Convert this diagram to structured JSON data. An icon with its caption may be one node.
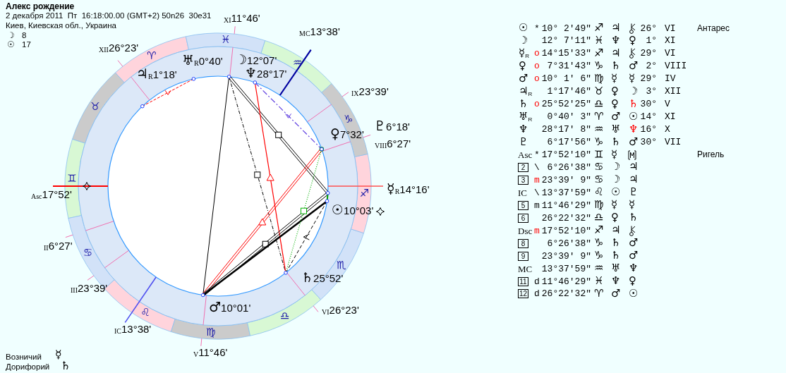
{
  "diagram": {
    "title": "Алекс рождение",
    "labels": [
      "2 декабря 2011  Пт  16:18:00.00 (GMT+2) 50n26  30e31",
      "Киев, Киевская обл., Украина",
      "☽",
      "8",
      "☉",
      "17",
      "$_{XI}$11°46'",
      "$_{MC}$13°38'",
      "$_{XII}$26°23'",
      "♅$_{R}$0°40'",
      "☽12°07'",
      "♃$_{R}$1°18'",
      "♆28°17'",
      "$_{IX}$23°39'",
      "♇6°18'",
      "♀7°32'",
      "$_{VIII}$6°27'",
      "☿$_{R}$14°16'",
      "$_{Asc}$17°52'",
      "☉10°03'",
      "$_{II}$6°27'",
      "♄25°52'",
      "$_{III}$23°39'",
      "♂10°01'",
      "$_{VI}$26°23'",
      "$_{IC}$13°38'",
      "$_{V}$11°46'",
      "♈",
      "♉",
      "♊",
      "♋",
      "♌",
      "♍",
      "♎",
      "♏",
      "♐",
      "♑",
      "♒",
      "♓",
      "Возничий",
      "☿",
      "Дорифорий",
      "♄",
      "☉",
      "*",
      "10° 2'49\"",
      "♐",
      "♃",
      "26°",
      "VI",
      "Антарес",
      "☽",
      "12° 7'11\"",
      "♓",
      "♆",
      "♀",
      "1°",
      "XI",
      "☿$_{R}$",
      "o",
      "14°15'33\"",
      "♐",
      "♃",
      "29°",
      "VI",
      "♀",
      "o",
      "7°31'43\"",
      "♑",
      "♄",
      "♂",
      "2°",
      "VIII",
      "♂",
      "o",
      "10° 1' 6\"",
      "♍",
      "☿",
      "☿",
      "29°",
      "IV",
      "♃$_{R}$",
      "1°17'46\"",
      "♉",
      "♀",
      "☽",
      "3°",
      "XII",
      "♄",
      "o",
      "25°52'25\"",
      "♎",
      "♀",
      "♄",
      "30°",
      "V",
      "♅$_{R}$",
      "0°40' 3\"",
      "♈",
      "♂",
      "☉",
      "14°",
      "XI",
      "♆",
      "28°17' 8\"",
      "♒",
      "♅",
      "♆",
      "16°",
      "X",
      "♇",
      "6°17'56\"",
      "♑",
      "♄",
      "♂",
      "30°",
      "VII",
      "Asc",
      "*",
      "17°52'10\"",
      "♊",
      "☿",
      "Ригель",
      "2",
      "\\",
      "6°26'38\"",
      "♋",
      "☽",
      "♃",
      "3",
      "m",
      "23°39' 9\"",
      "♋",
      "☽",
      "♃",
      "IC",
      "\\",
      "13°37'59\"",
      "♌",
      "☉",
      "♇",
      "5",
      "m",
      "11°46'29\"",
      "♍",
      "☿",
      "☿",
      "6",
      "26°22'32\"",
      "♎",
      "♀",
      "♄",
      "Dsc",
      "m",
      "17°52'10\"",
      "♐",
      "♃",
      "8",
      "6°26'38\"",
      "♑",
      "♄",
      "♂",
      "9",
      "23°39' 9\"",
      "♑",
      "♄",
      "♂",
      "MC",
      "13°37'59\"",
      "♒",
      "♅",
      "♆",
      "11",
      "d",
      "11°46'29\"",
      "♓",
      "♆",
      "♀",
      "12",
      "d",
      "26°22'32\"",
      "♈",
      "♂",
      "☉"
    ]
  }
}
